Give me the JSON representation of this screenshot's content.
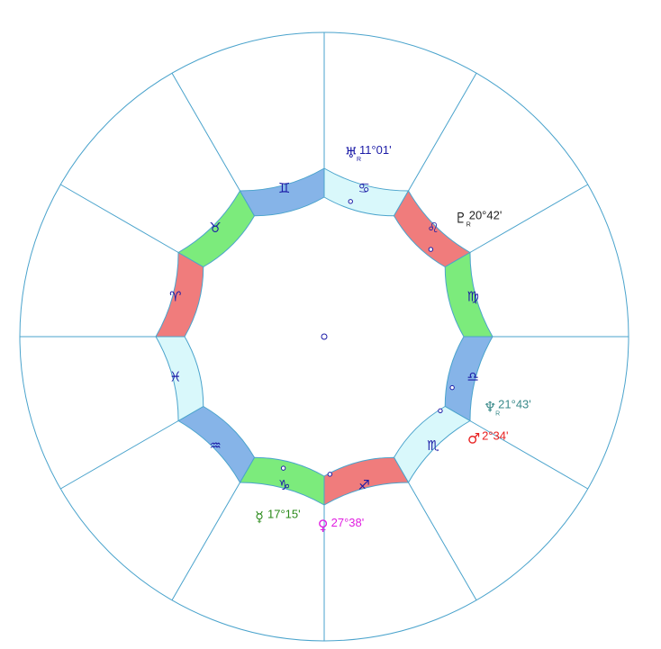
{
  "colors": {
    "line": "#4aa3cc",
    "fire": "#f07c7c",
    "earth": "#7ceb7c",
    "air": "#86b4e8",
    "water": "#d9f8fb",
    "glyph": "#1a1aa6"
  },
  "signs": [
    {
      "name": "aries",
      "glyph": "♈",
      "element": "fire"
    },
    {
      "name": "taurus",
      "glyph": "♉",
      "element": "earth"
    },
    {
      "name": "gemini",
      "glyph": "♊",
      "element": "air"
    },
    {
      "name": "cancer",
      "glyph": "♋",
      "element": "water"
    },
    {
      "name": "leo",
      "glyph": "♌",
      "element": "fire"
    },
    {
      "name": "virgo",
      "glyph": "♍",
      "element": "earth"
    },
    {
      "name": "libra",
      "glyph": "♎",
      "element": "air"
    },
    {
      "name": "scorpio",
      "glyph": "♏",
      "element": "water"
    },
    {
      "name": "sagittarius",
      "glyph": "♐",
      "element": "fire"
    },
    {
      "name": "capricorn",
      "glyph": "♑",
      "element": "earth"
    },
    {
      "name": "aquarius",
      "glyph": "♒",
      "element": "air"
    },
    {
      "name": "pisces",
      "glyph": "♓",
      "element": "water"
    }
  ],
  "planets": [
    {
      "name": "mercury",
      "glyph": "☿",
      "degree": "17°15'",
      "retrograde": false,
      "color": "#2a8a1a",
      "longitude": 287.25
    },
    {
      "name": "venus",
      "glyph": "♀",
      "degree": "27°38'",
      "retrograde": false,
      "color": "#e01ee0",
      "longitude": 267.63
    },
    {
      "name": "mars",
      "glyph": "♂",
      "degree": "2°34'",
      "retrograde": false,
      "color": "#e82020",
      "longitude": 212.57
    },
    {
      "name": "neptune",
      "glyph": "♆",
      "degree": "21°43'",
      "retrograde": true,
      "color": "#3a8a8a",
      "longitude": 201.72
    },
    {
      "name": "pluto",
      "glyph": "♇",
      "degree": "20°42'",
      "retrograde": true,
      "color": "#222222",
      "longitude": 140.7
    },
    {
      "name": "uranus",
      "glyph": "♅",
      "degree": "11°01'",
      "retrograde": true,
      "color": "#1a1aa6",
      "longitude": 101.02
    }
  ],
  "retrograde_marker": "R"
}
